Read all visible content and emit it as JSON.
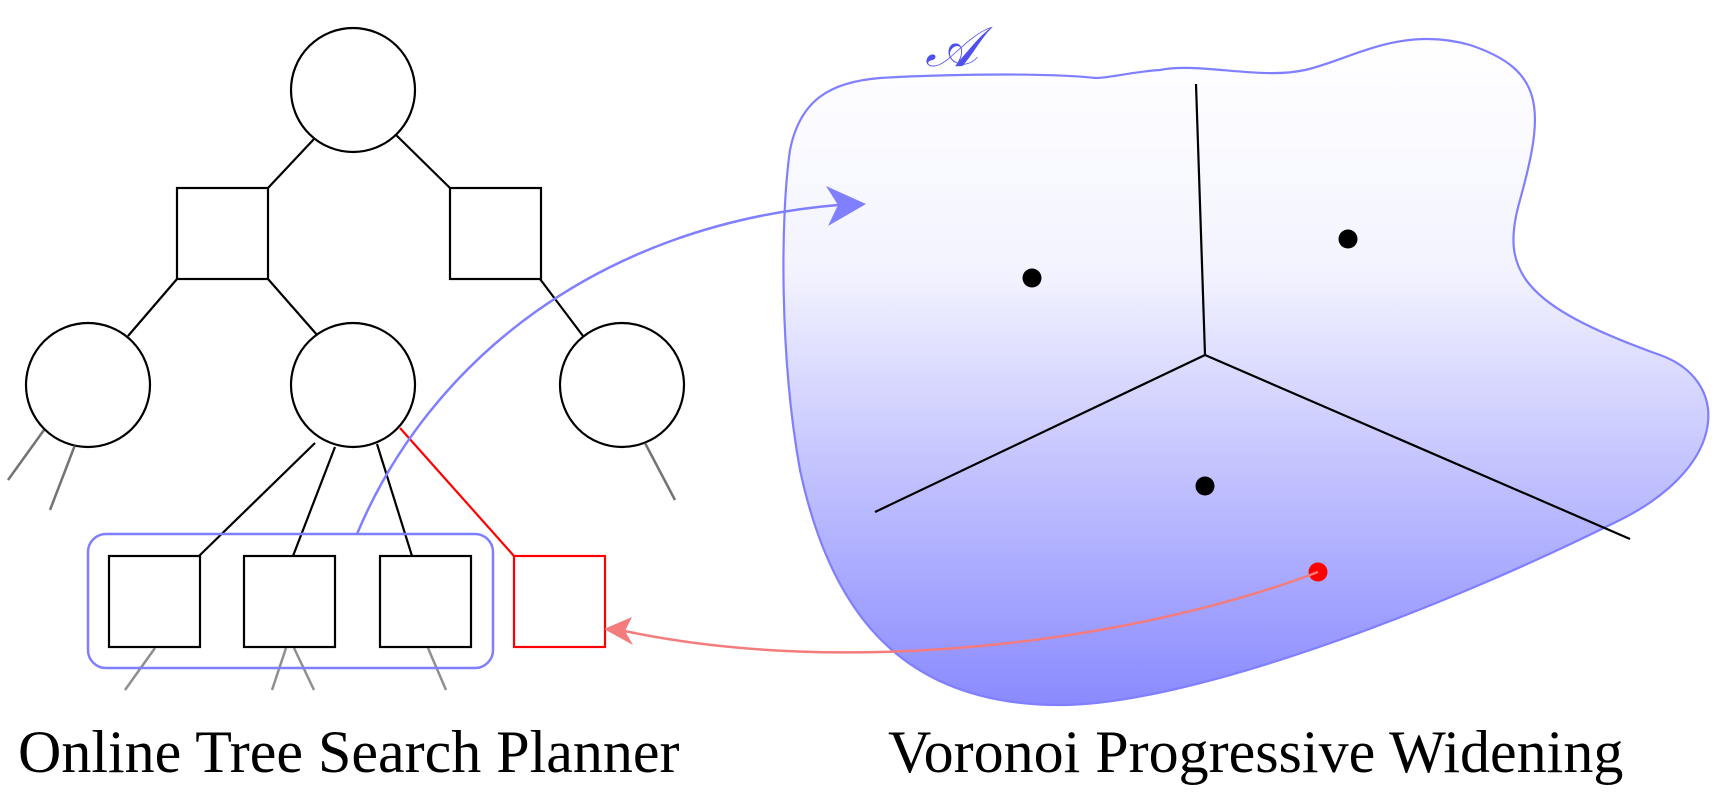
{
  "captions": {
    "left": "Online Tree Search Planner",
    "right": "Voronoi Progressive Widening"
  },
  "action_space_label": "𝒜",
  "colors": {
    "stroke": "#000000",
    "highlight": "#ff0000",
    "region": "#7f7fff",
    "new_sample_arrow": "#f47c7c",
    "region_fill_top": "#ffffff",
    "region_fill_bottom": "#8a8aff"
  },
  "tree": {
    "root": "observation-node",
    "level1": [
      "action-node",
      "action-node"
    ],
    "level2": [
      "observation-node",
      "observation-node",
      "observation-node"
    ],
    "level3_existing_actions": 3,
    "level3_new_action": 1
  },
  "voronoi": {
    "existing_samples": 3,
    "new_samples": 1,
    "cell_count": 3
  }
}
